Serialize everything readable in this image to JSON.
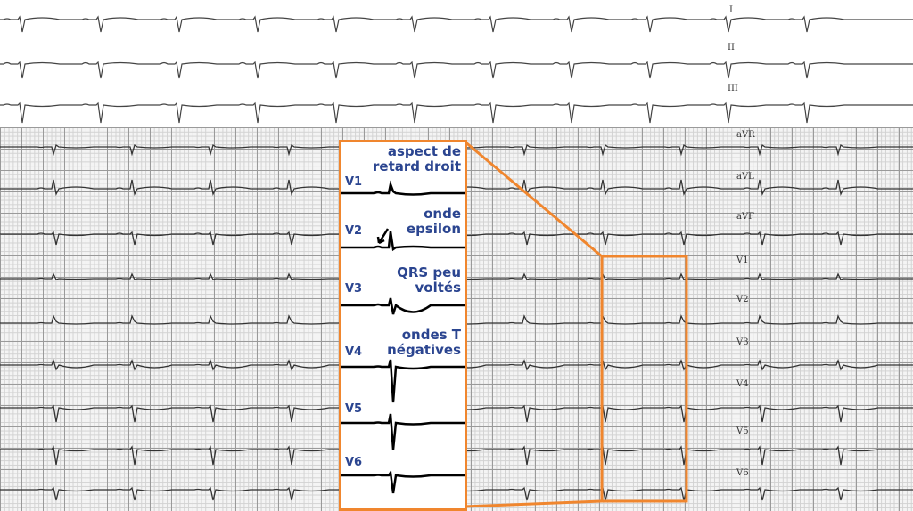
{
  "limb_leads": [
    "I",
    "II",
    "III"
  ],
  "grid_leads": [
    "aVR",
    "aVL",
    "aVF",
    "V1",
    "V2",
    "V3",
    "V4",
    "V5",
    "V6"
  ],
  "inset": {
    "leads": [
      "V1",
      "V2",
      "V3",
      "V4",
      "V5",
      "V6"
    ],
    "annotations": [
      {
        "line1": "aspect de",
        "line2": "retard droit"
      },
      {
        "line1": "onde",
        "line2": "epsilon"
      },
      {
        "line1": "QRS peu",
        "line2": "voltés"
      },
      {
        "line1": "ondes T",
        "line2": "négatives"
      }
    ]
  },
  "colors": {
    "highlight": "#f0862e",
    "annotation_text": "#2b4590",
    "trace": "#222222"
  }
}
